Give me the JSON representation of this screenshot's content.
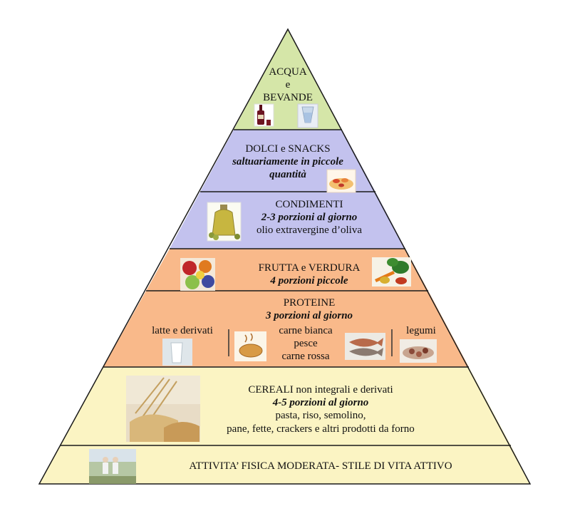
{
  "colors": {
    "tier_water": "#d5e6a8",
    "tier_sweets": "#c3c2ee",
    "tier_condiments": "#c3c2ee",
    "tier_fruit": "#f9b98a",
    "tier_protein": "#f9b98a",
    "tier_cereals": "#fbf4c3",
    "tier_activity": "#fbf4c3",
    "outline": "#1a1a1a"
  },
  "tiers": {
    "water": {
      "line1": "ACQUA",
      "line2": "e",
      "line3": "BEVANDE",
      "icons": [
        "wine-bottle-icon",
        "water-glass-icon"
      ]
    },
    "sweets": {
      "title": "DOLCI e SNACKS",
      "note_line1": "saltuariamente in piccole",
      "note_line2": "quantità",
      "icons": [
        "cakes-icon"
      ]
    },
    "condiments": {
      "title": "CONDIMENTI",
      "portions": "2-3 porzioni al giorno",
      "detail": "olio extravergine d’oliva",
      "icons": [
        "olive-oil-icon"
      ]
    },
    "fruit": {
      "title": "FRUTTA e VERDURA",
      "portions": "4 porzioni piccole",
      "icons": [
        "fruit-icon",
        "vegetables-icon"
      ]
    },
    "protein": {
      "title": "PROTEINE",
      "portions": "3 porzioni al giorno",
      "left_label": "latte e derivati",
      "center_line1": "carne bianca",
      "center_line2": "pesce",
      "center_line3": "carne rossa",
      "right_label": "legumi",
      "icons": [
        "milk-icon",
        "chicken-icon",
        "fish-icon",
        "legumes-icon"
      ]
    },
    "cereals": {
      "title": "CEREALI non integrali e derivati",
      "portions": "4-5 porzioni al giorno",
      "detail_line1": "pasta, riso, semolino,",
      "detail_line2": "pane, fette, crackers e altri prodotti da forno",
      "icons": [
        "bread-wheat-icon"
      ]
    },
    "activity": {
      "title": "ATTIVITA’ FISICA MODERATA- STILE DI VITA ATTIVO",
      "icons": [
        "walking-people-icon"
      ]
    }
  }
}
